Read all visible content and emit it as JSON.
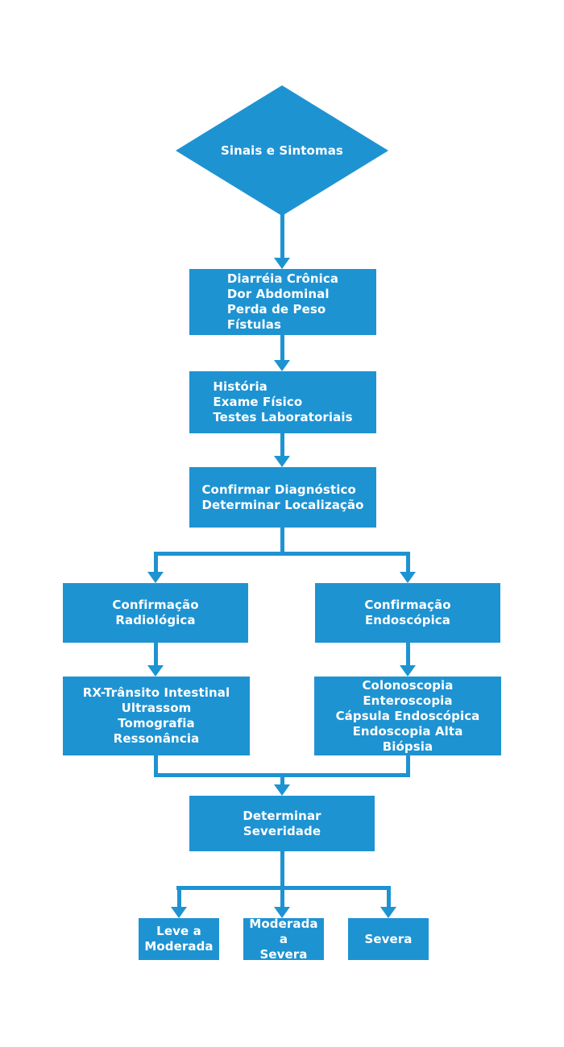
{
  "colors": {
    "node_fill": "#1e93d2",
    "node_text": "#ffffff",
    "background": "#ffffff"
  },
  "flowchart": {
    "nodes": {
      "start": {
        "label": "Sinais e Sintomas"
      },
      "symptoms": {
        "lines": [
          "Diarréia Crônica",
          "Dor Abdominal",
          "Perda de Peso",
          "Fístulas"
        ]
      },
      "workup": {
        "lines": [
          "História",
          "Exame Físico",
          "Testes Laboratoriais"
        ]
      },
      "confirm": {
        "lines": [
          "Confirmar Diagnóstico",
          "Determinar Localização"
        ]
      },
      "radiologic": {
        "lines": [
          "Confirmação",
          "Radiológica"
        ]
      },
      "endoscopic": {
        "lines": [
          "Confirmação",
          "Endoscópica"
        ]
      },
      "radiologic_tests": {
        "lines": [
          "RX-Trânsito Intestinal",
          "Ultrassom",
          "Tomografia",
          "Ressonância"
        ]
      },
      "endoscopic_tests": {
        "lines": [
          "Colonoscopia",
          "Enteroscopia",
          "Cápsula Endoscópica",
          "Endoscopia Alta",
          "Biópsia"
        ]
      },
      "severity": {
        "lines": [
          "Determinar",
          "Severidade"
        ]
      },
      "mild": {
        "lines": [
          "Leve a",
          "Moderada"
        ]
      },
      "moderate": {
        "lines": [
          "Moderada a",
          "Severa"
        ]
      },
      "severe": {
        "lines": [
          "Severa"
        ]
      }
    }
  }
}
